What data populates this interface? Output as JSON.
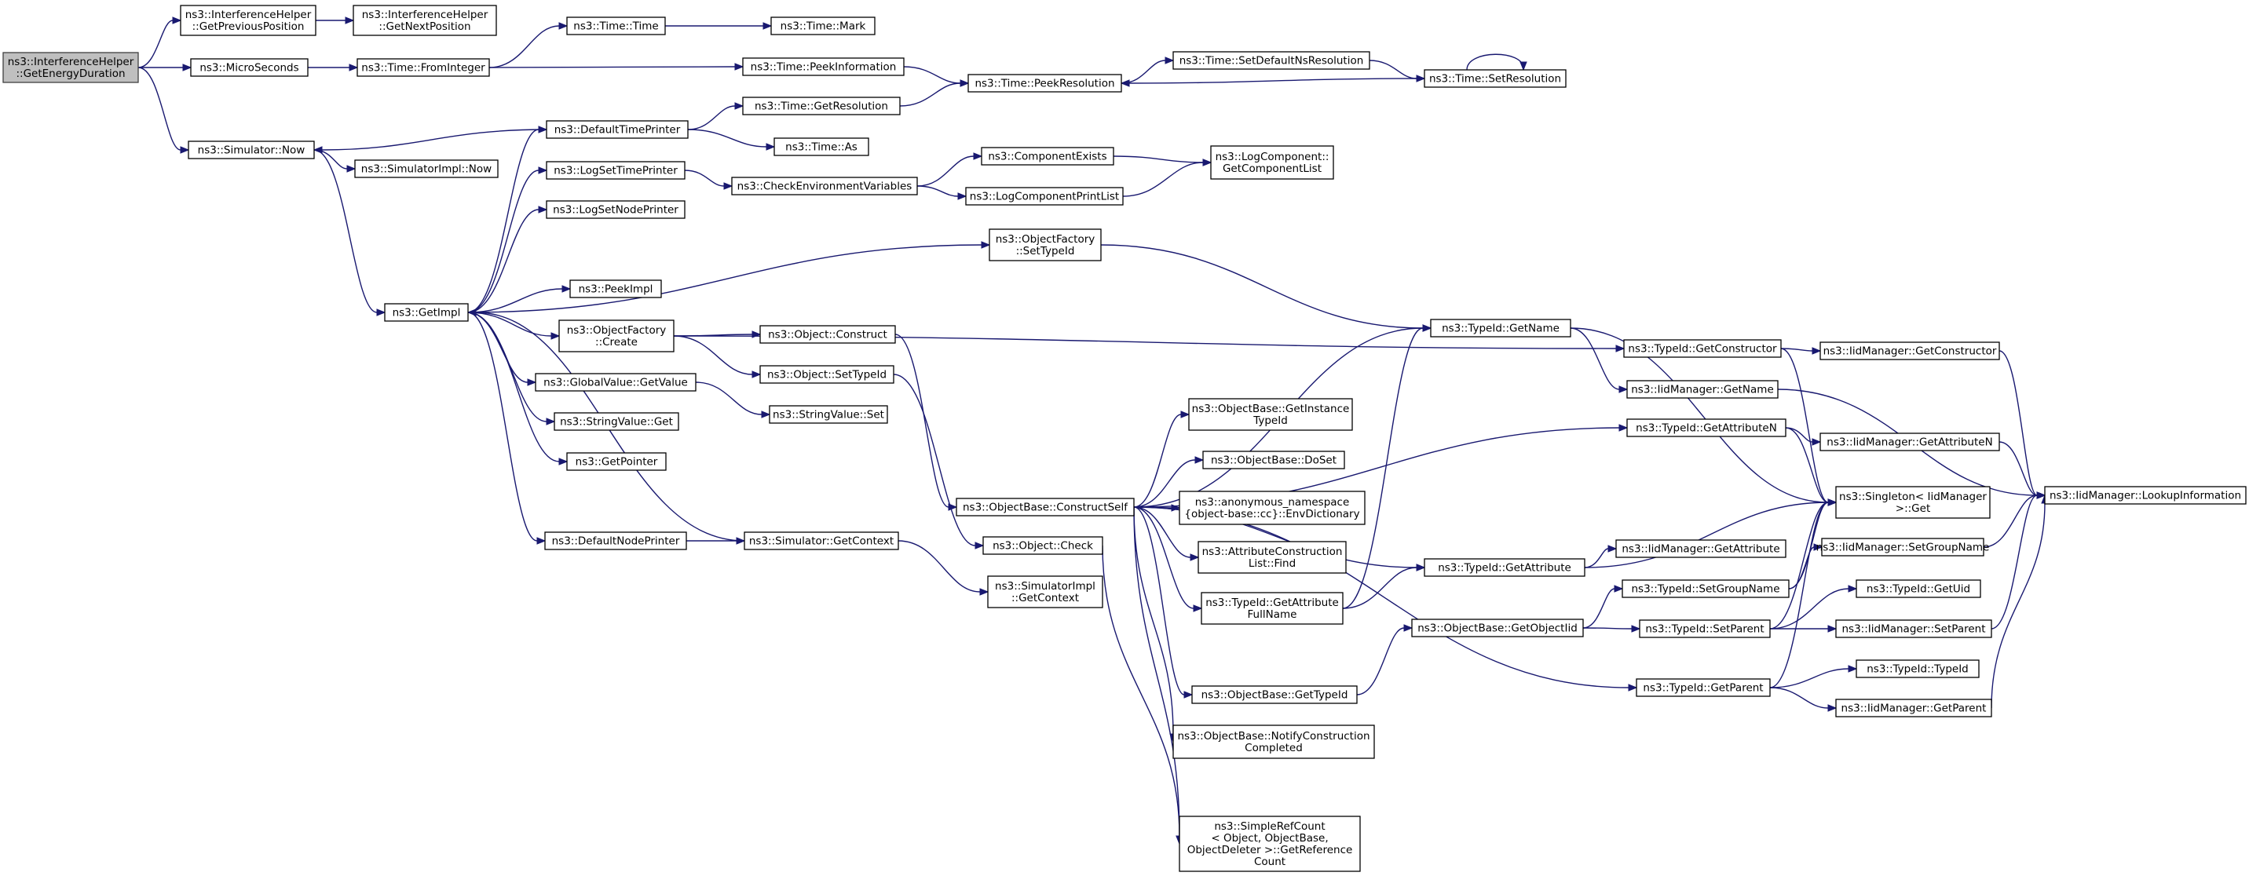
{
  "nodes": [
    {
      "id": "IHGetEnergyDuration",
      "label": [
        "ns3::InterferenceHelper",
        "::GetEnergyDuration"
      ],
      "root": true
    },
    {
      "id": "IHGetPreviousPosition",
      "label": [
        "ns3::InterferenceHelper",
        "::GetPreviousPosition"
      ]
    },
    {
      "id": "IHGetNextPosition",
      "label": [
        "ns3::InterferenceHelper",
        "::GetNextPosition"
      ]
    },
    {
      "id": "MicroSeconds",
      "label": [
        "ns3::MicroSeconds"
      ]
    },
    {
      "id": "TimeFromInteger",
      "label": [
        "ns3::Time::FromInteger"
      ]
    },
    {
      "id": "TimeTime",
      "label": [
        "ns3::Time::Time"
      ]
    },
    {
      "id": "TimeMark",
      "label": [
        "ns3::Time::Mark"
      ]
    },
    {
      "id": "TimePeekInformation",
      "label": [
        "ns3::Time::PeekInformation"
      ]
    },
    {
      "id": "TimePeekResolution",
      "label": [
        "ns3::Time::PeekResolution"
      ]
    },
    {
      "id": "TimeSetDefaultNsResolution",
      "label": [
        "ns3::Time::SetDefaultNsResolution"
      ]
    },
    {
      "id": "TimeSetResolution",
      "label": [
        "ns3::Time::SetResolution"
      ]
    },
    {
      "id": "SimulatorNow",
      "label": [
        "ns3::Simulator::Now"
      ]
    },
    {
      "id": "DefaultTimePrinter",
      "label": [
        "ns3::DefaultTimePrinter"
      ]
    },
    {
      "id": "TimeGetResolution",
      "label": [
        "ns3::Time::GetResolution"
      ]
    },
    {
      "id": "TimeAs",
      "label": [
        "ns3::Time::As"
      ]
    },
    {
      "id": "SimulatorImplNow",
      "label": [
        "ns3::SimulatorImpl::Now"
      ]
    },
    {
      "id": "LogSetTimePrinter",
      "label": [
        "ns3::LogSetTimePrinter"
      ]
    },
    {
      "id": "CheckEnvironmentVariables",
      "label": [
        "ns3::CheckEnvironmentVariables"
      ]
    },
    {
      "id": "ComponentExists",
      "label": [
        "ns3::ComponentExists"
      ]
    },
    {
      "id": "LogComponentPrintList",
      "label": [
        "ns3::LogComponentPrintList"
      ]
    },
    {
      "id": "LogComponentGetComponentList",
      "label": [
        "ns3::LogComponent::",
        "GetComponentList"
      ]
    },
    {
      "id": "LogSetNodePrinter",
      "label": [
        "ns3::LogSetNodePrinter"
      ]
    },
    {
      "id": "ObjectFactorySetTypeId",
      "label": [
        "ns3::ObjectFactory",
        "::SetTypeId"
      ]
    },
    {
      "id": "GetImpl",
      "label": [
        "ns3::GetImpl"
      ]
    },
    {
      "id": "PeekImpl",
      "label": [
        "ns3::PeekImpl"
      ]
    },
    {
      "id": "TypeIdGetName",
      "label": [
        "ns3::TypeId::GetName"
      ]
    },
    {
      "id": "ObjectFactoryCreate",
      "label": [
        "ns3::ObjectFactory",
        "::Create"
      ]
    },
    {
      "id": "ObjectConstruct",
      "label": [
        "ns3::Object::Construct"
      ]
    },
    {
      "id": "TypeIdGetConstructor",
      "label": [
        "ns3::TypeId::GetConstructor"
      ]
    },
    {
      "id": "IidGetConstructor",
      "label": [
        "ns3::IidManager::GetConstructor"
      ]
    },
    {
      "id": "ObjectSetTypeId",
      "label": [
        "ns3::Object::SetTypeId"
      ]
    },
    {
      "id": "IidGetName",
      "label": [
        "ns3::IidManager::GetName"
      ]
    },
    {
      "id": "GlobalValueGetValue",
      "label": [
        "ns3::GlobalValue::GetValue"
      ]
    },
    {
      "id": "StringValueSet",
      "label": [
        "ns3::StringValue::Set"
      ]
    },
    {
      "id": "StringValueGet",
      "label": [
        "ns3::StringValue::Get"
      ]
    },
    {
      "id": "ObjectBaseGetInstanceTypeId",
      "label": [
        "ns3::ObjectBase::GetInstance",
        "TypeId"
      ]
    },
    {
      "id": "TypeIdGetAttributeN",
      "label": [
        "ns3::TypeId::GetAttributeN"
      ]
    },
    {
      "id": "IidGetAttributeN",
      "label": [
        "ns3::IidManager::GetAttributeN"
      ]
    },
    {
      "id": "GetPointer",
      "label": [
        "ns3::GetPointer"
      ]
    },
    {
      "id": "ObjectBaseDoSet",
      "label": [
        "ns3::ObjectBase::DoSet"
      ]
    },
    {
      "id": "SingletonGet",
      "label": [
        "ns3::Singleton< IidManager",
        "  >::Get"
      ]
    },
    {
      "id": "IidLookupInformation",
      "label": [
        "ns3::IidManager::LookupInformation"
      ]
    },
    {
      "id": "ObjectBaseConstructSelf",
      "label": [
        "ns3::ObjectBase::ConstructSelf"
      ]
    },
    {
      "id": "EnvDictionary",
      "label": [
        "ns3::anonymous_namespace",
        "{object-base::cc}::EnvDictionary"
      ]
    },
    {
      "id": "DefaultNodePrinter",
      "label": [
        "ns3::DefaultNodePrinter"
      ]
    },
    {
      "id": "SimulatorGetContext",
      "label": [
        "ns3::Simulator::GetContext"
      ]
    },
    {
      "id": "ObjectCheck",
      "label": [
        "ns3::Object::Check"
      ]
    },
    {
      "id": "AttributeConstructionListFind",
      "label": [
        "ns3::AttributeConstruction",
        "List::Find"
      ]
    },
    {
      "id": "IidSetGroupName",
      "label": [
        "ns3::IidManager::SetGroupName"
      ]
    },
    {
      "id": "TypeIdGetAttribute",
      "label": [
        "ns3::TypeId::GetAttribute"
      ]
    },
    {
      "id": "IidGetAttribute",
      "label": [
        "ns3::IidManager::GetAttribute"
      ]
    },
    {
      "id": "SimulatorImplGetContext",
      "label": [
        "ns3::SimulatorImpl",
        "::GetContext"
      ]
    },
    {
      "id": "TypeIdGetAttributeFullName",
      "label": [
        "ns3::TypeId::GetAttribute",
        "FullName"
      ]
    },
    {
      "id": "TypeIdSetGroupName",
      "label": [
        "ns3::TypeId::SetGroupName"
      ]
    },
    {
      "id": "TypeIdGetUid",
      "label": [
        "ns3::TypeId::GetUid"
      ]
    },
    {
      "id": "ObjectBaseGetObjectIid",
      "label": [
        "ns3::ObjectBase::GetObjectIid"
      ]
    },
    {
      "id": "TypeIdSetParent",
      "label": [
        "ns3::TypeId::SetParent"
      ]
    },
    {
      "id": "IidSetParent",
      "label": [
        "ns3::IidManager::SetParent"
      ]
    },
    {
      "id": "TypeIdTypeId",
      "label": [
        "ns3::TypeId::TypeId"
      ]
    },
    {
      "id": "TypeIdGetParent",
      "label": [
        "ns3::TypeId::GetParent"
      ]
    },
    {
      "id": "ObjectBaseGetTypeId",
      "label": [
        "ns3::ObjectBase::GetTypeId"
      ]
    },
    {
      "id": "IidGetParent",
      "label": [
        "ns3::IidManager::GetParent"
      ]
    },
    {
      "id": "NotifyConstructionCompleted",
      "label": [
        "ns3::ObjectBase::NotifyConstruction",
        "Completed"
      ]
    },
    {
      "id": "SimpleRefCountGetReferenceCount",
      "label": [
        "ns3::SimpleRefCount",
        "< Object, ObjectBase,",
        "ObjectDeleter >::GetReference",
        "Count"
      ]
    }
  ],
  "edges": [
    [
      "IHGetEnergyDuration",
      "IHGetPreviousPosition"
    ],
    [
      "IHGetEnergyDuration",
      "MicroSeconds"
    ],
    [
      "IHGetEnergyDuration",
      "SimulatorNow"
    ],
    [
      "IHGetPreviousPosition",
      "IHGetNextPosition"
    ],
    [
      "MicroSeconds",
      "TimeFromInteger"
    ],
    [
      "TimeFromInteger",
      "TimeTime"
    ],
    [
      "TimeFromInteger",
      "TimePeekInformation"
    ],
    [
      "TimeTime",
      "TimeMark"
    ],
    [
      "TimePeekInformation",
      "TimePeekResolution"
    ],
    [
      "TimePeekResolution",
      "TimeSetDefaultNsResolution"
    ],
    [
      "TimeSetDefaultNsResolution",
      "TimeSetResolution"
    ],
    [
      "TimeSetResolution",
      "TimePeekResolution"
    ],
    [
      "TimeSetResolution",
      "TimeSetResolution"
    ],
    [
      "SimulatorNow",
      "SimulatorImplNow"
    ],
    [
      "SimulatorNow",
      "GetImpl"
    ],
    [
      "DefaultTimePrinter",
      "SimulatorNow"
    ],
    [
      "DefaultTimePrinter",
      "TimeGetResolution"
    ],
    [
      "DefaultTimePrinter",
      "TimeAs"
    ],
    [
      "TimeGetResolution",
      "TimePeekResolution"
    ],
    [
      "LogSetTimePrinter",
      "CheckEnvironmentVariables"
    ],
    [
      "CheckEnvironmentVariables",
      "ComponentExists"
    ],
    [
      "CheckEnvironmentVariables",
      "LogComponentPrintList"
    ],
    [
      "ComponentExists",
      "LogComponentGetComponentList"
    ],
    [
      "LogComponentPrintList",
      "LogComponentGetComponentList"
    ],
    [
      "GetImpl",
      "DefaultTimePrinter"
    ],
    [
      "GetImpl",
      "LogSetTimePrinter"
    ],
    [
      "GetImpl",
      "LogSetNodePrinter"
    ],
    [
      "GetImpl",
      "ObjectFactorySetTypeId"
    ],
    [
      "GetImpl",
      "PeekImpl"
    ],
    [
      "GetImpl",
      "ObjectFactoryCreate"
    ],
    [
      "GetImpl",
      "GlobalValueGetValue"
    ],
    [
      "GetImpl",
      "StringValueGet"
    ],
    [
      "GetImpl",
      "GetPointer"
    ],
    [
      "GetImpl",
      "DefaultNodePrinter"
    ],
    [
      "ObjectFactorySetTypeId",
      "TypeIdGetName"
    ],
    [
      "ObjectFactoryCreate",
      "ObjectConstruct"
    ],
    [
      "ObjectFactoryCreate",
      "ObjectSetTypeId"
    ],
    [
      "ObjectFactoryCreate",
      "TypeIdGetConstructor"
    ],
    [
      "ObjectConstruct",
      "ObjectBaseConstructSelf"
    ],
    [
      "ObjectSetTypeId",
      "ObjectCheck"
    ],
    [
      "GlobalValueGetValue",
      "StringValueSet"
    ],
    [
      "TypeIdGetName",
      "IidGetName"
    ],
    [
      "TypeIdGetName",
      "SingletonGet"
    ],
    [
      "TypeIdGetConstructor",
      "IidGetConstructor"
    ],
    [
      "TypeIdGetConstructor",
      "SingletonGet"
    ],
    [
      "IidGetConstructor",
      "IidLookupInformation"
    ],
    [
      "IidGetName",
      "IidLookupInformation"
    ],
    [
      "TypeIdGetAttributeN",
      "IidGetAttributeN"
    ],
    [
      "TypeIdGetAttributeN",
      "SingletonGet"
    ],
    [
      "IidGetAttributeN",
      "IidLookupInformation"
    ],
    [
      "ObjectBaseConstructSelf",
      "TypeIdGetName"
    ],
    [
      "ObjectBaseConstructSelf",
      "TypeIdGetAttributeN"
    ],
    [
      "ObjectBaseConstructSelf",
      "ObjectBaseGetInstanceTypeId"
    ],
    [
      "ObjectBaseConstructSelf",
      "ObjectBaseDoSet"
    ],
    [
      "ObjectBaseConstructSelf",
      "EnvDictionary"
    ],
    [
      "ObjectBaseConstructSelf",
      "AttributeConstructionListFind"
    ],
    [
      "ObjectBaseConstructSelf",
      "TypeIdGetAttributeFullName"
    ],
    [
      "ObjectBaseConstructSelf",
      "TypeIdGetAttribute"
    ],
    [
      "ObjectBaseConstructSelf",
      "ObjectBaseGetTypeId"
    ],
    [
      "ObjectBaseConstructSelf",
      "NotifyConstructionCompleted"
    ],
    [
      "ObjectBaseConstructSelf",
      "TypeIdGetParent"
    ],
    [
      "ObjectBaseConstructSelf",
      "SimpleRefCountGetReferenceCount"
    ],
    [
      "DefaultNodePrinter",
      "SimulatorGetContext"
    ],
    [
      "SimulatorGetContext",
      "GetImpl"
    ],
    [
      "SimulatorGetContext",
      "SimulatorImplGetContext"
    ],
    [
      "ObjectCheck",
      "SimpleRefCountGetReferenceCount"
    ],
    [
      "TypeIdGetAttributeFullName",
      "TypeIdGetName"
    ],
    [
      "TypeIdGetAttributeFullName",
      "TypeIdGetAttribute"
    ],
    [
      "TypeIdGetAttribute",
      "IidGetAttribute"
    ],
    [
      "TypeIdGetAttribute",
      "SingletonGet"
    ],
    [
      "ObjectBaseGetTypeId",
      "ObjectBaseGetObjectIid"
    ],
    [
      "ObjectBaseGetObjectIid",
      "TypeIdSetGroupName"
    ],
    [
      "ObjectBaseGetObjectIid",
      "TypeIdSetParent"
    ],
    [
      "TypeIdSetGroupName",
      "IidSetGroupName"
    ],
    [
      "TypeIdSetGroupName",
      "SingletonGet"
    ],
    [
      "IidSetGroupName",
      "IidLookupInformation"
    ],
    [
      "TypeIdSetParent",
      "TypeIdGetUid"
    ],
    [
      "TypeIdSetParent",
      "IidSetParent"
    ],
    [
      "TypeIdSetParent",
      "SingletonGet"
    ],
    [
      "IidSetParent",
      "IidLookupInformation"
    ],
    [
      "TypeIdGetParent",
      "TypeIdTypeId"
    ],
    [
      "TypeIdGetParent",
      "IidGetParent"
    ],
    [
      "TypeIdGetParent",
      "SingletonGet"
    ],
    [
      "IidGetParent",
      "IidLookupInformation"
    ]
  ],
  "colors": {
    "edge": "#191970",
    "node_border": "#000000",
    "root_fill": "#bfbfbf",
    "node_fill": "#ffffff"
  }
}
